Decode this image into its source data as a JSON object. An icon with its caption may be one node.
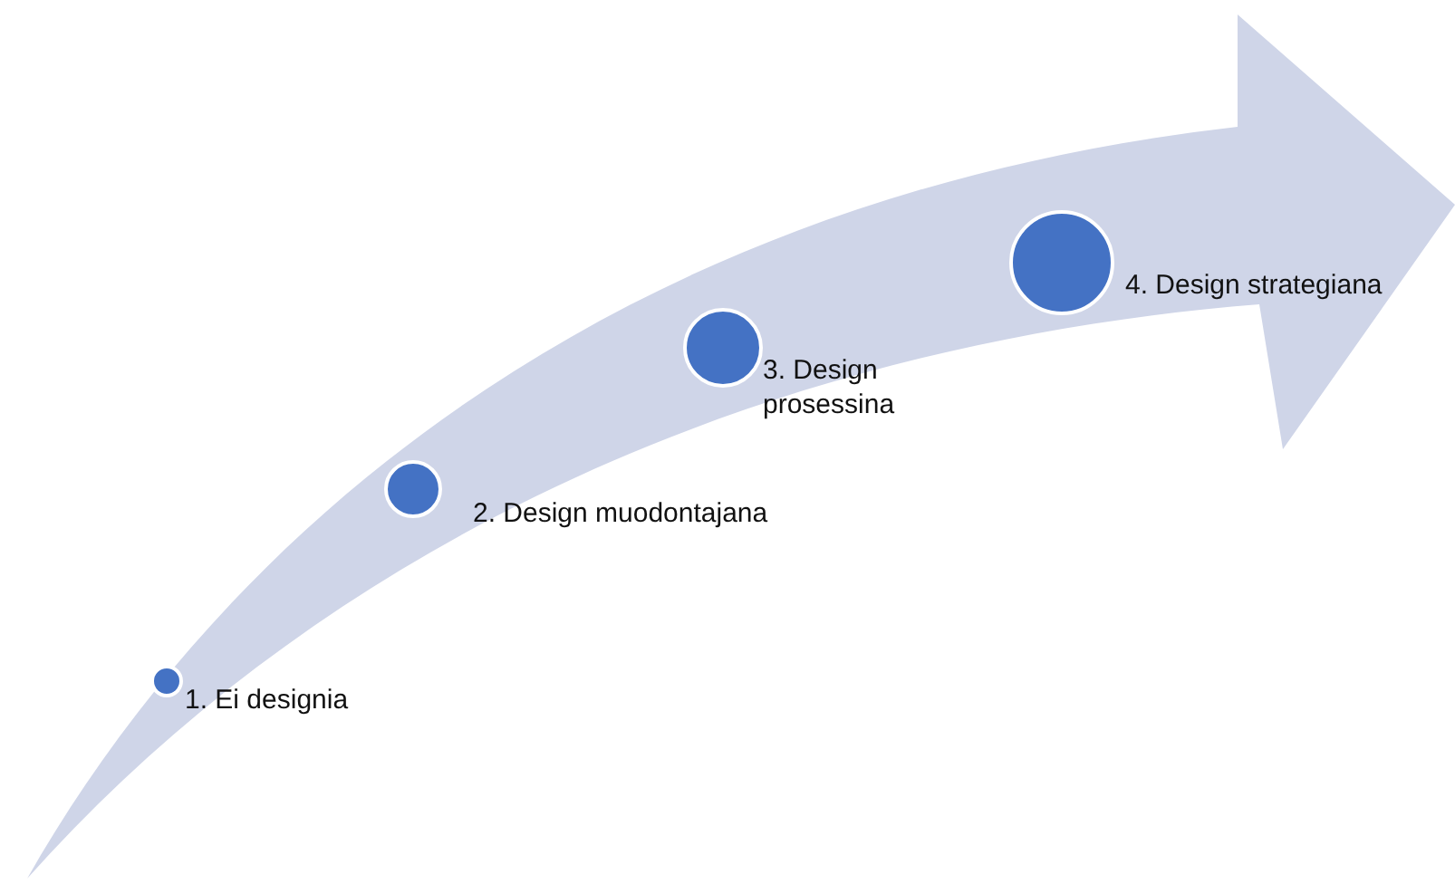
{
  "diagram": {
    "nodes": [
      {
        "text": [],
        "shape": "circle",
        "beside": [
          "1. Ei designia"
        ]
      },
      {
        "text": [],
        "shape": "circle",
        "beside": [
          "2. Design muodontajana"
        ]
      },
      {
        "text": [],
        "shape": "circle",
        "beside": [
          "3. Design prosessina"
        ]
      },
      {
        "text": [],
        "shape": "circle",
        "beside": [
          "4. Design strategiana"
        ]
      }
    ]
  }
}
